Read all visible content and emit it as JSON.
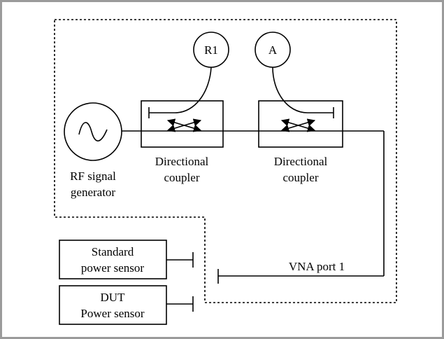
{
  "diagram": {
    "r1_label": "R1",
    "a_label": "A",
    "generator_label": [
      "RF signal",
      "generator"
    ],
    "coupler1_label": [
      "Directional",
      "coupler"
    ],
    "coupler2_label": [
      "Directional",
      "coupler"
    ],
    "standard_sensor_label": [
      "Standard",
      "power sensor"
    ],
    "dut_sensor_label": [
      "DUT",
      "Power sensor"
    ],
    "port_label": "VNA port 1"
  }
}
